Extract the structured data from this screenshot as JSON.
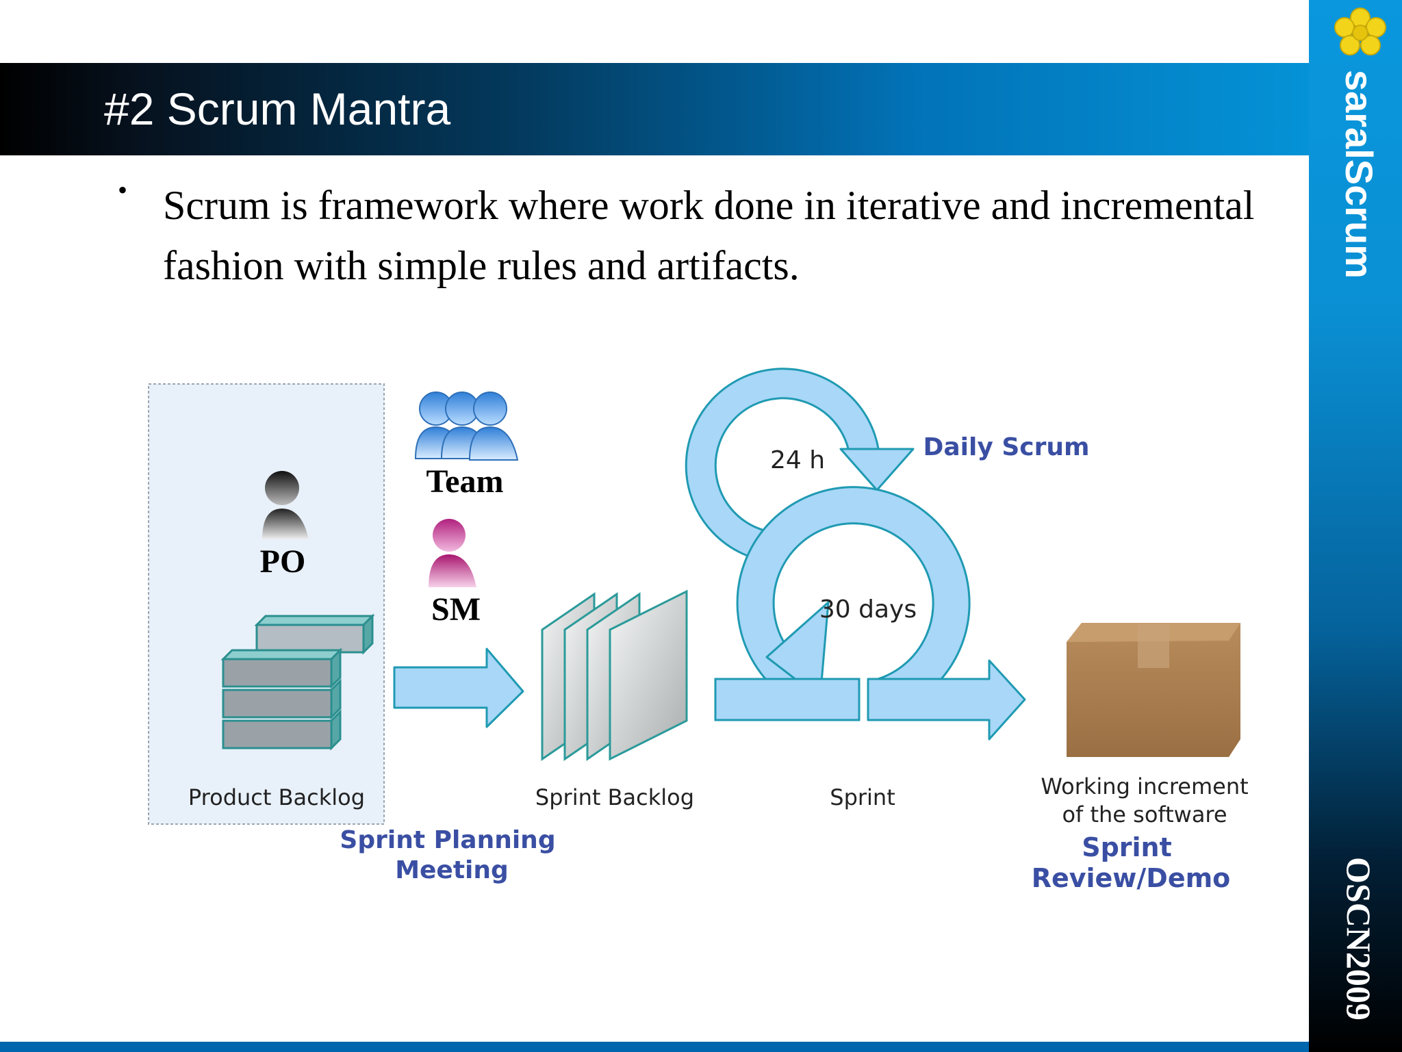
{
  "slide": {
    "title": "#2 Scrum Mantra",
    "bullet": "Scrum is framework where work done in iterative and incremental fashion with simple rules and artifacts."
  },
  "branding": {
    "name": "saralScrum",
    "event": "OSCN2009",
    "logo_icon": "yellow-flower-icon"
  },
  "diagram": {
    "roles": {
      "po": "PO",
      "team": "Team",
      "sm": "SM"
    },
    "product_backlog": "Product Backlog",
    "sprint_planning": [
      "Sprint Planning",
      "Meeting"
    ],
    "sprint_backlog": "Sprint Backlog",
    "daily_cycle": "24 h",
    "daily_scrum": "Daily Scrum",
    "sprint_cycle": "30 days",
    "sprint": "Sprint",
    "increment": [
      "Working increment",
      "of the software"
    ],
    "review": [
      "Sprint",
      "Review/Demo"
    ]
  },
  "colors": {
    "arrow_fill": "#a8d7f7",
    "arrow_stroke": "#1f9ab2",
    "label_blue": "#3a4fa3",
    "header_dark": "#000000",
    "header_light": "#0592d6",
    "box_brown": "#b08352"
  }
}
